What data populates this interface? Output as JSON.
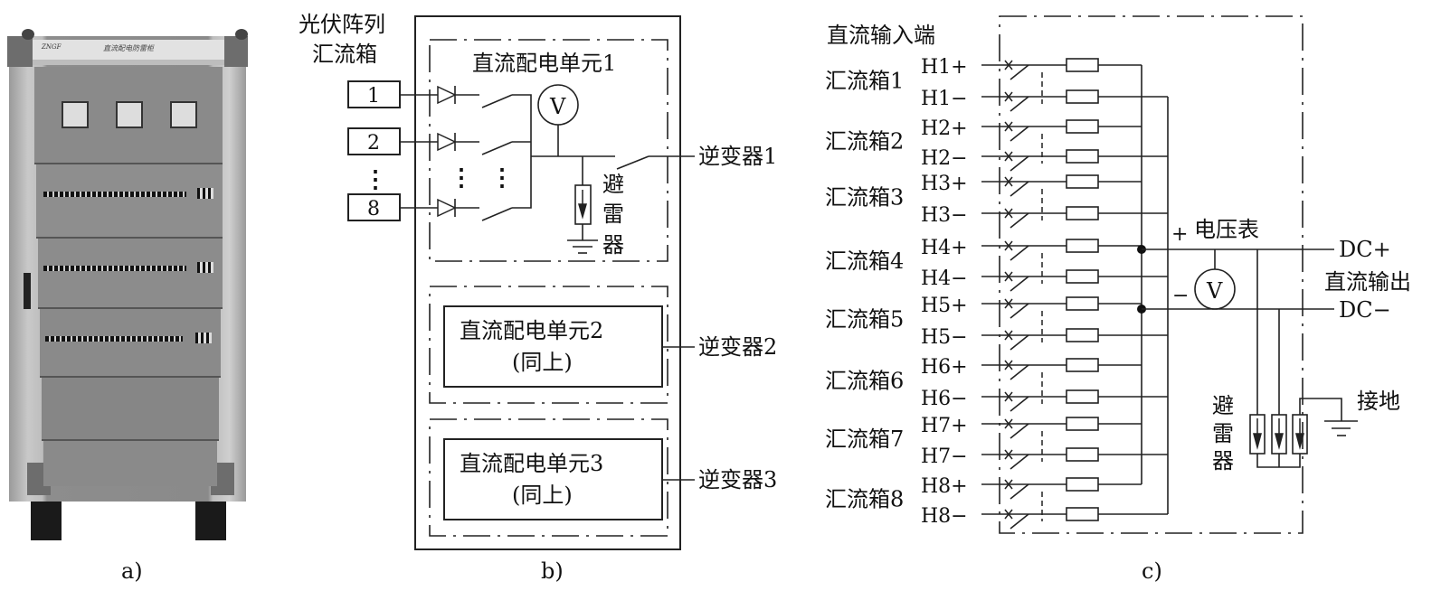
{
  "panel_a": {
    "caption": "a)",
    "cabinet_title": "直流配电防雷柜",
    "meters_count": 3,
    "breaker_rows": 3
  },
  "panel_b": {
    "caption": "b)",
    "source_label_line1": "光伏阵列",
    "source_label_line2": "汇流箱",
    "inputs": [
      "1",
      "2",
      "8"
    ],
    "dots": "⋮",
    "unit1_title": "直流配电单元1",
    "voltmeter": "V",
    "arrester_chars": [
      "避",
      "雷",
      "器"
    ],
    "units": [
      {
        "title": "直流配电单元2",
        "note": "(同上)",
        "output": "逆变器2"
      },
      {
        "title": "直流配电单元3",
        "note": "(同上)",
        "output": "逆变器3"
      }
    ],
    "output1": "逆变器1"
  },
  "panel_c": {
    "caption": "c)",
    "input_title": "直流输入端",
    "boxes": [
      {
        "name": "汇流箱1",
        "pos": "H1+",
        "neg": "H1−"
      },
      {
        "name": "汇流箱2",
        "pos": "H2+",
        "neg": "H2−"
      },
      {
        "name": "汇流箱3",
        "pos": "H3+",
        "neg": "H3−"
      },
      {
        "name": "汇流箱4",
        "pos": "H4+",
        "neg": "H4−"
      },
      {
        "name": "汇流箱5",
        "pos": "H5+",
        "neg": "H5−"
      },
      {
        "name": "汇流箱6",
        "pos": "H6+",
        "neg": "H6−"
      },
      {
        "name": "汇流箱7",
        "pos": "H7+",
        "neg": "H7−"
      },
      {
        "name": "汇流箱8",
        "pos": "H8+",
        "neg": "H8−"
      }
    ],
    "voltmeter_label": "电压表",
    "voltmeter": "V",
    "plus": "+",
    "minus": "−",
    "dc_plus": "DC+",
    "dc_minus": "DC−",
    "output_label": "直流输出",
    "arrester_chars": [
      "避",
      "雷",
      "器"
    ],
    "ground_label": "接地"
  }
}
